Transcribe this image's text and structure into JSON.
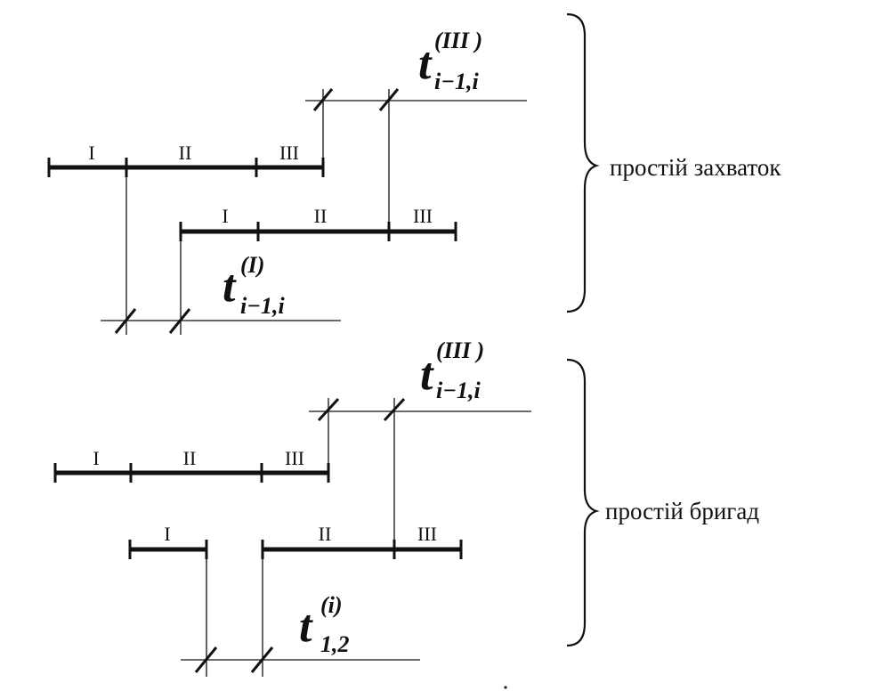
{
  "top": {
    "caption": "простій захваток",
    "row1_segments": [
      "I",
      "II",
      "III"
    ],
    "row2_segments": [
      "I",
      "II",
      "III"
    ],
    "interval_upper": {
      "base": "t",
      "sup": "(III )",
      "sub": "i−1,i"
    },
    "interval_lower": {
      "base": "t",
      "sup": "(I)",
      "sub": "i−1,i"
    }
  },
  "bottom": {
    "caption": "простій бригад",
    "row1_segments": [
      "I",
      "II",
      "III"
    ],
    "row2_segments": [
      "I",
      "II",
      "III"
    ],
    "interval_upper": {
      "base": "t",
      "sup": "(III )",
      "sub": "i−1,i"
    },
    "interval_lower": {
      "base": "t",
      "sup": "(i)",
      "sub": "1,2"
    }
  }
}
